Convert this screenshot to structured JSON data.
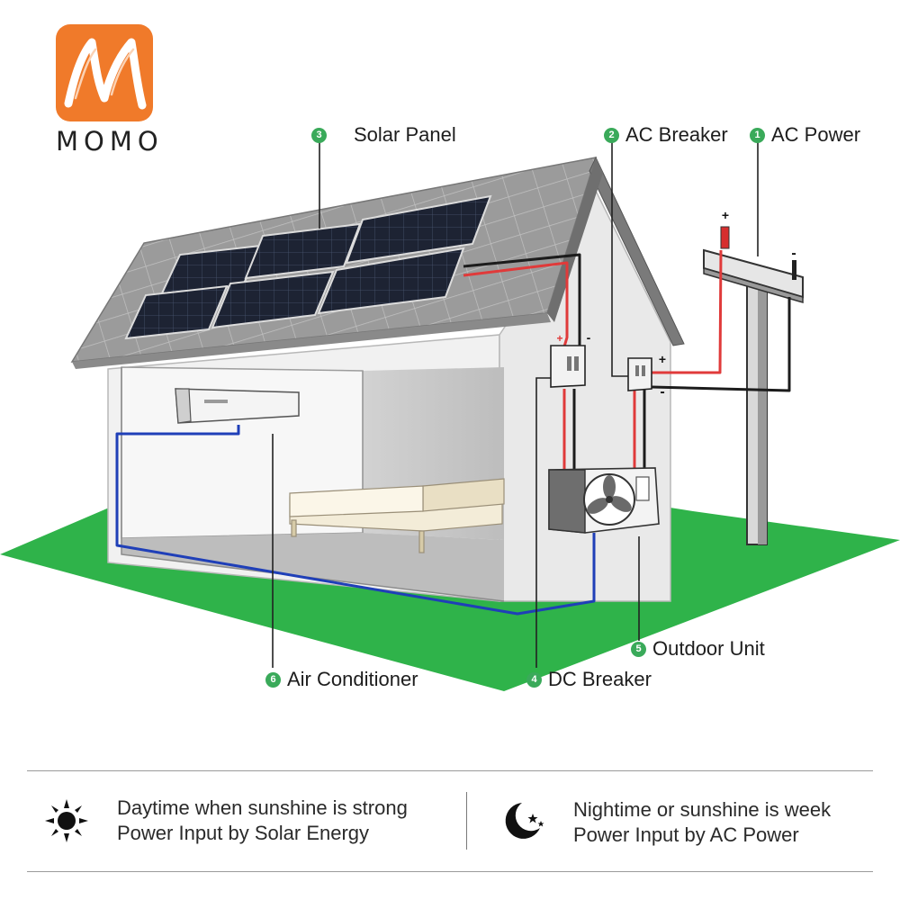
{
  "brand": {
    "name": "MOMO",
    "color": "#f07a2a",
    "logo_icon": "stylized-m-logo"
  },
  "diagram": {
    "callouts": [
      {
        "number": "1",
        "label": "AC Power"
      },
      {
        "number": "2",
        "label": "AC Breaker"
      },
      {
        "number": "3",
        "label": "Solar Panel"
      },
      {
        "number": "4",
        "label": "DC Breaker"
      },
      {
        "number": "5",
        "label": "Outdoor Unit"
      },
      {
        "number": "6",
        "label": "Air Conditioner"
      }
    ],
    "polarity": {
      "positive": "+",
      "negative": "-"
    },
    "colors": {
      "ground": "#2fb34a",
      "positive_wire": "#e03a3a",
      "negative_wire": "#1c1c1c",
      "indoor_wire": "#1f3fb8",
      "callout_badge": "#3aaa5a"
    }
  },
  "modes": [
    {
      "icon": "sun-icon",
      "line1": "Daytime when sunshine is strong",
      "line2": "Power Input by Solar Energy"
    },
    {
      "icon": "moon-stars-icon",
      "line1": "Nightime or sunshine is week",
      "line2": "Power Input by AC Power"
    }
  ]
}
